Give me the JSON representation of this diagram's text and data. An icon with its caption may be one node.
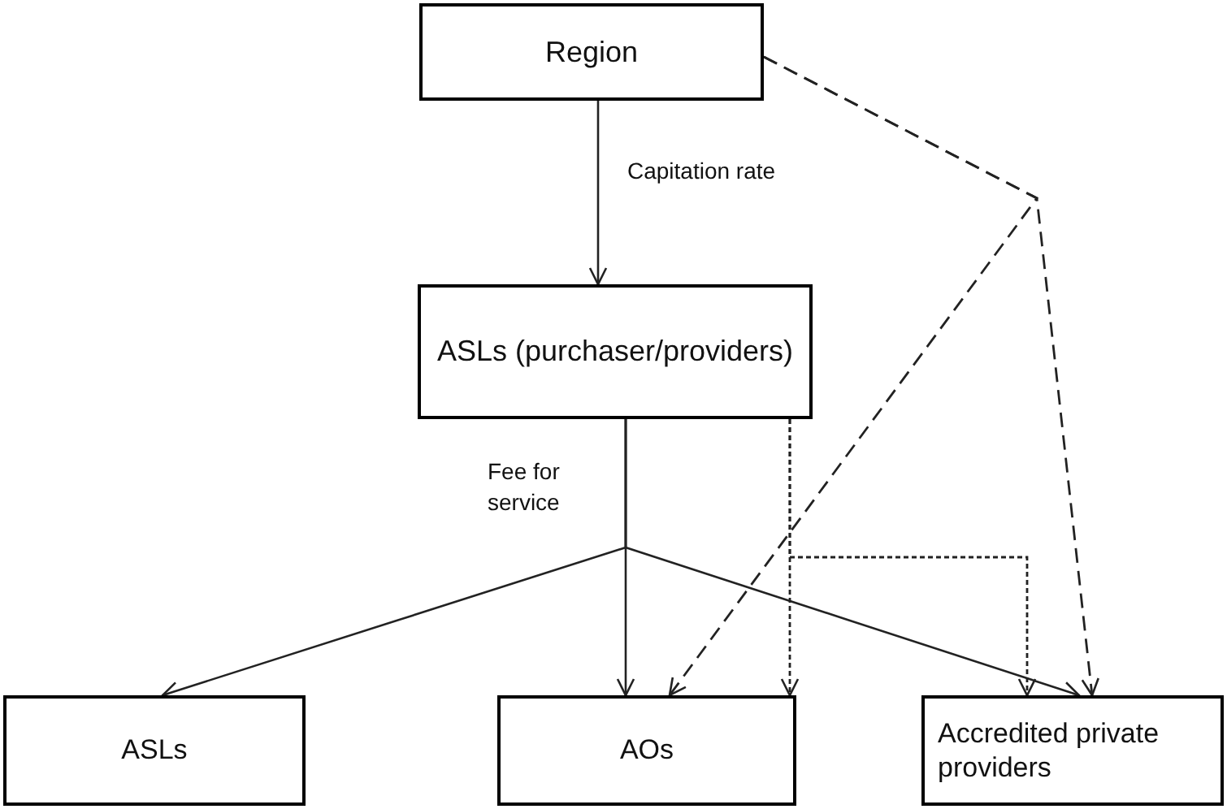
{
  "diagram": {
    "nodes": [
      {
        "text": [
          "Region"
        ]
      },
      {
        "text": [
          "ASLs (purchaser/providers)"
        ]
      },
      {
        "text": [
          "ASLs"
        ]
      },
      {
        "text": [
          "AOs"
        ]
      },
      {
        "text": [
          "Accredited private providers"
        ]
      }
    ],
    "edges": [
      {
        "from": 0,
        "to": 1,
        "arrow": "to",
        "label": "Capitation rate"
      },
      {
        "from": 1,
        "to": 2,
        "arrow": "to"
      },
      {
        "from": 1,
        "to": 3,
        "arrow": "to",
        "label": "Fee for service"
      },
      {
        "from": 1,
        "to": 4,
        "arrow": "to"
      },
      {
        "from": 0,
        "to": 3,
        "arrow": "to",
        "style": "dashed"
      },
      {
        "from": 0,
        "to": 4,
        "arrow": "to",
        "style": "dashed"
      },
      {
        "from": 1,
        "to": 3,
        "arrow": "to",
        "style": "dashed"
      },
      {
        "from": 1,
        "to": 4,
        "arrow": "to",
        "style": "dashed"
      }
    ]
  }
}
